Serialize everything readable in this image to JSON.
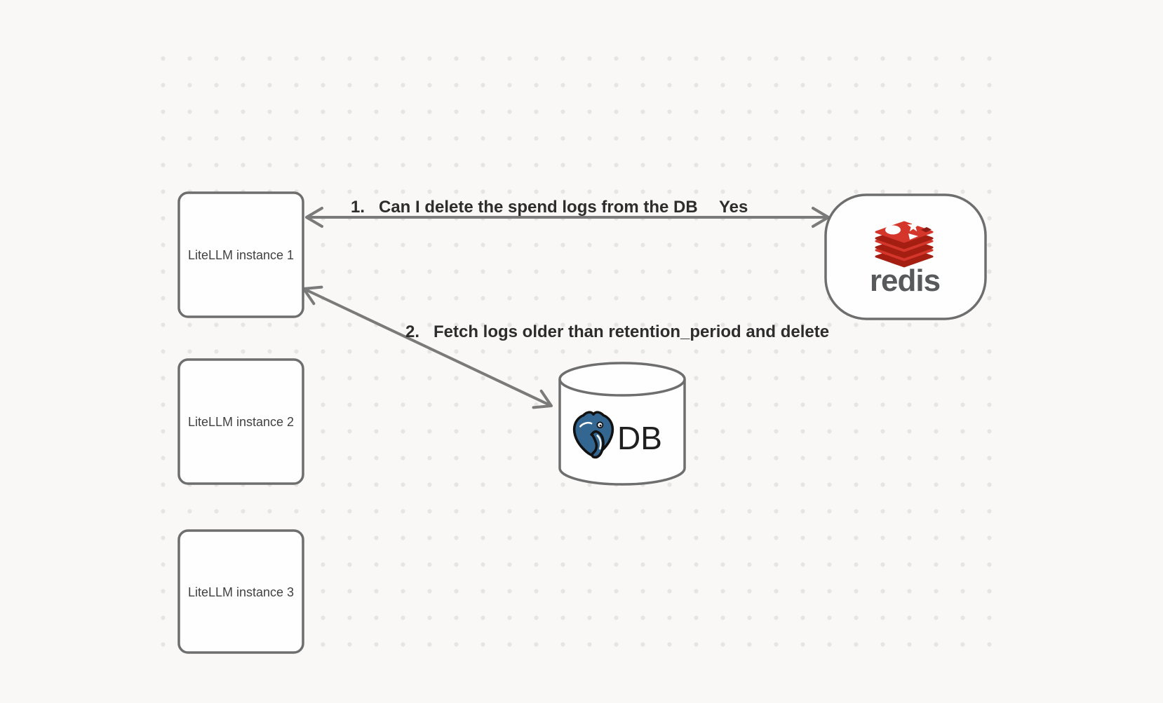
{
  "diagram": {
    "nodes": {
      "instance1": {
        "label": "LiteLLM instance 1"
      },
      "instance2": {
        "label": "LiteLLM instance 2"
      },
      "instance3": {
        "label": "LiteLLM instance 3"
      },
      "redis": {
        "wordmark": "redis"
      },
      "db": {
        "label": "DB"
      }
    },
    "edges": {
      "redis_query": {
        "number": "1.",
        "text": "Can I delete the spend logs from the DB",
        "response": "Yes"
      },
      "db_fetch": {
        "number": "2.",
        "text": "Fetch logs older than retention_period and delete"
      }
    },
    "colors": {
      "background": "#f9f8f7",
      "grid_dot": "#e6e5e3",
      "node_stroke": "#6e6e6e",
      "arrow": "#7a7a7a",
      "redis_red": "#d5362b",
      "redis_red_dark": "#a41e11",
      "postgres_blue": "#336791"
    }
  }
}
